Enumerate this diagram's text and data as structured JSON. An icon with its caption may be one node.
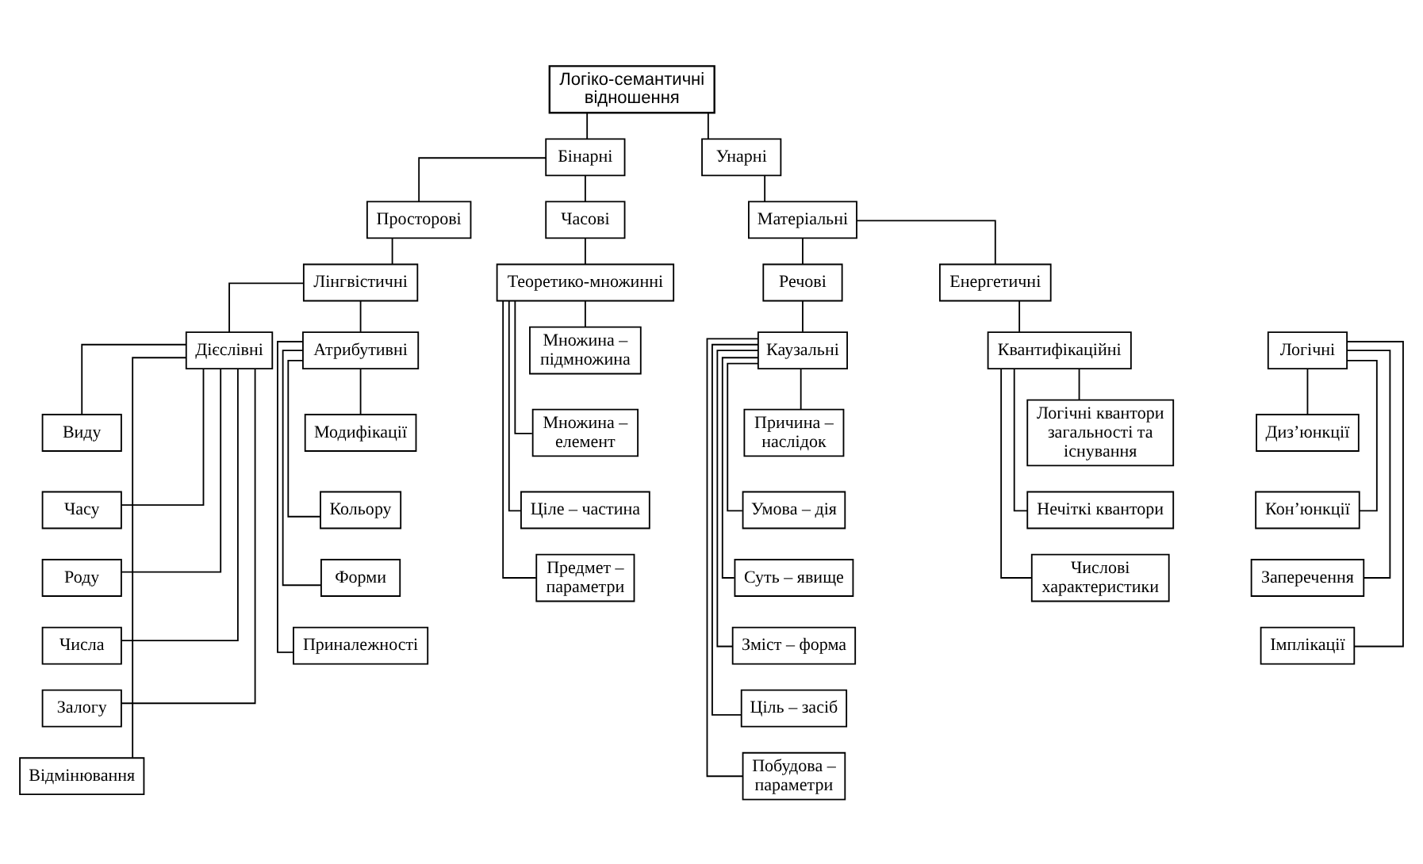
{
  "diagram": {
    "nodes": [
      {
        "text": [
          "Логіко-семантичні відношення"
        ]
      },
      {
        "text": [
          "Бінарні"
        ]
      },
      {
        "text": [
          "Унарні"
        ]
      },
      {
        "text": [
          "Просторові"
        ]
      },
      {
        "text": [
          "Часові"
        ]
      },
      {
        "text": [
          "Матеріальні"
        ]
      },
      {
        "text": [
          "Речові"
        ]
      },
      {
        "text": [
          "Енергетичні"
        ]
      },
      {
        "text": [
          "Лінгвістичні"
        ]
      },
      {
        "text": [
          "Логічні"
        ]
      },
      {
        "text": [
          "Теоретико-множинні"
        ]
      },
      {
        "text": [
          "Каузальні"
        ]
      },
      {
        "text": [
          "Квантифікаційні"
        ]
      },
      {
        "text": [
          "Дієслівні"
        ]
      },
      {
        "text": [
          "Атрибутивні"
        ]
      },
      {
        "text": [
          "Виду"
        ]
      },
      {
        "text": [
          "Часу"
        ]
      },
      {
        "text": [
          "Роду"
        ]
      },
      {
        "text": [
          "Числа"
        ]
      },
      {
        "text": [
          "Залогу"
        ]
      },
      {
        "text": [
          "Відмінювання"
        ]
      },
      {
        "text": [
          "Модифікації"
        ]
      },
      {
        "text": [
          "Кольору"
        ]
      },
      {
        "text": [
          "Форми"
        ]
      },
      {
        "text": [
          "Приналежності"
        ]
      },
      {
        "text": [
          "Диз’юнкції"
        ]
      },
      {
        "text": [
          "Кон’юнкції"
        ]
      },
      {
        "text": [
          "Заперечення"
        ]
      },
      {
        "text": [
          "Імплікації"
        ]
      },
      {
        "text": [
          "Множина – підмножина"
        ]
      },
      {
        "text": [
          "Множина – елемент"
        ]
      },
      {
        "text": [
          "Ціле – частина"
        ]
      },
      {
        "text": [
          "Предмет – параметри"
        ]
      },
      {
        "text": [
          "Причина – наслідок"
        ]
      },
      {
        "text": [
          "Умова – дія"
        ]
      },
      {
        "text": [
          "Суть – явище"
        ]
      },
      {
        "text": [
          "Зміст – форма"
        ]
      },
      {
        "text": [
          "Ціль – засіб"
        ]
      },
      {
        "text": [
          "Побудова – параметри"
        ]
      },
      {
        "text": [
          "Логічні квантори загальності та існування"
        ]
      },
      {
        "text": [
          "Нечіткі квантори"
        ]
      },
      {
        "text": [
          "Числові характеристики"
        ]
      }
    ],
    "edges": [
      {
        "from": 0,
        "to": 1,
        "arrow": "none"
      },
      {
        "from": 0,
        "to": 2,
        "arrow": "none"
      },
      {
        "from": 1,
        "to": 3,
        "arrow": "none"
      },
      {
        "from": 1,
        "to": 4,
        "arrow": "none"
      },
      {
        "from": 2,
        "to": 5,
        "arrow": "none"
      },
      {
        "from": 5,
        "to": 6,
        "arrow": "none"
      },
      {
        "from": 5,
        "to": 7,
        "arrow": "none"
      },
      {
        "from": 3,
        "to": 8,
        "arrow": "none"
      },
      {
        "from": 4,
        "to": 10,
        "arrow": "none"
      },
      {
        "from": 6,
        "to": 11,
        "arrow": "none"
      },
      {
        "from": 7,
        "to": 12,
        "arrow": "none"
      },
      {
        "from": 8,
        "to": 13,
        "arrow": "none"
      },
      {
        "from": 8,
        "to": 14,
        "arrow": "none"
      },
      {
        "from": 13,
        "to": 15,
        "arrow": "none"
      },
      {
        "from": 13,
        "to": 16,
        "arrow": "none"
      },
      {
        "from": 13,
        "to": 17,
        "arrow": "none"
      },
      {
        "from": 13,
        "to": 18,
        "arrow": "none"
      },
      {
        "from": 13,
        "to": 19,
        "arrow": "none"
      },
      {
        "from": 13,
        "to": 20,
        "arrow": "none"
      },
      {
        "from": 14,
        "to": 21,
        "arrow": "none"
      },
      {
        "from": 14,
        "to": 22,
        "arrow": "none"
      },
      {
        "from": 14,
        "to": 23,
        "arrow": "none"
      },
      {
        "from": 14,
        "to": 24,
        "arrow": "none"
      },
      {
        "from": 9,
        "to": 25,
        "arrow": "none"
      },
      {
        "from": 9,
        "to": 26,
        "arrow": "none"
      },
      {
        "from": 9,
        "to": 27,
        "arrow": "none"
      },
      {
        "from": 9,
        "to": 28,
        "arrow": "none"
      },
      {
        "from": 10,
        "to": 29,
        "arrow": "none"
      },
      {
        "from": 10,
        "to": 30,
        "arrow": "none"
      },
      {
        "from": 10,
        "to": 31,
        "arrow": "none"
      },
      {
        "from": 10,
        "to": 32,
        "arrow": "none"
      },
      {
        "from": 11,
        "to": 33,
        "arrow": "none"
      },
      {
        "from": 11,
        "to": 34,
        "arrow": "none"
      },
      {
        "from": 11,
        "to": 35,
        "arrow": "none"
      },
      {
        "from": 11,
        "to": 36,
        "arrow": "none"
      },
      {
        "from": 11,
        "to": 37,
        "arrow": "none"
      },
      {
        "from": 11,
        "to": 38,
        "arrow": "none"
      },
      {
        "from": 12,
        "to": 39,
        "arrow": "none"
      },
      {
        "from": 12,
        "to": 40,
        "arrow": "none"
      },
      {
        "from": 12,
        "to": 41,
        "arrow": "none"
      }
    ]
  }
}
